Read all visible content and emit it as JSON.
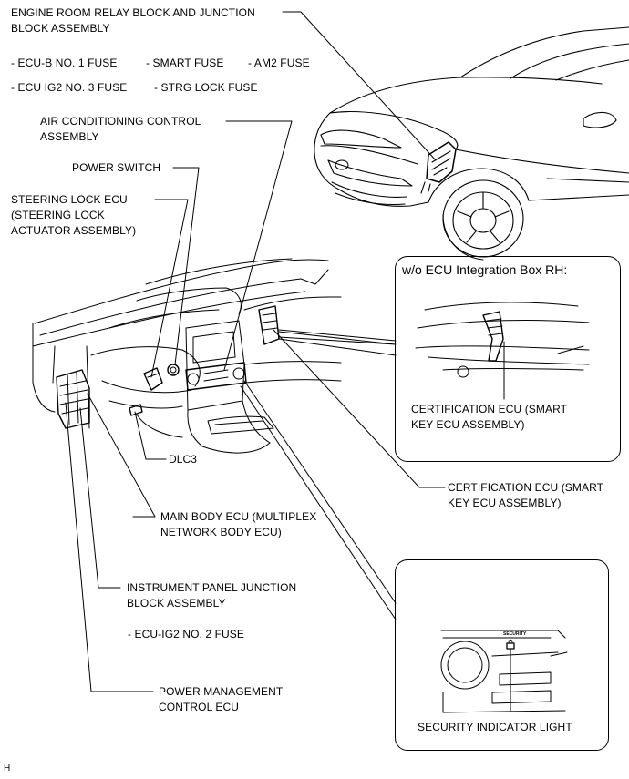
{
  "labels": {
    "engine_relay": [
      "ENGINE ROOM RELAY BLOCK AND JUNCTION",
      "BLOCK ASSEMBLY"
    ],
    "fuse_row1": [
      "- ECU-B NO. 1 FUSE",
      "- SMART FUSE",
      "- AM2 FUSE"
    ],
    "fuse_row2": [
      "- ECU IG2 NO. 3 FUSE",
      "- STRG LOCK FUSE"
    ],
    "air_conditioning": [
      "AIR CONDITIONING CONTROL",
      "ASSEMBLY"
    ],
    "power_switch": "POWER SWITCH",
    "steering_lock": [
      "STEERING LOCK ECU",
      "(STEERING LOCK",
      "ACTUATOR ASSEMBLY)"
    ],
    "dlc3": "DLC3",
    "main_body_ecu": [
      "MAIN BODY ECU (MULTIPLEX",
      "NETWORK BODY ECU)"
    ],
    "certification_ecu": [
      "CERTIFICATION ECU (SMART",
      "KEY ECU ASSEMBLY)"
    ],
    "instrument_panel_jb": [
      "INSTRUMENT PANEL JUNCTION",
      "BLOCK ASSEMBLY"
    ],
    "ecu_ig2_fuse": "- ECU-IG2 NO. 2 FUSE",
    "power_management": [
      "POWER MANAGEMENT",
      "CONTROL ECU"
    ]
  },
  "inset_certification": {
    "title": "w/o ECU Integration Box RH:",
    "caption": [
      "CERTIFICATION ECU (SMART",
      "KEY ECU ASSEMBLY)"
    ]
  },
  "inset_security": {
    "panel_text": "SECURITY",
    "caption": "SECURITY INDICATOR LIGHT"
  },
  "corner_mark": "H"
}
